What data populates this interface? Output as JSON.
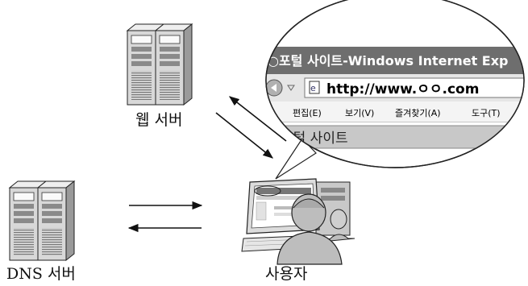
{
  "nodes": {
    "web_server": {
      "label": "웹 서버"
    },
    "dns_server": {
      "label": "DNS 서버"
    },
    "user": {
      "label": "사용자"
    }
  },
  "browser_zoom": {
    "window_title": "○포털 사이트-Windows Internet Exp",
    "address": "http://www.ㅇㅇ.com",
    "menu_items": [
      "편집(E)",
      "보기(V)",
      "즐겨찾기(A)",
      "도구(T)"
    ],
    "tab_title": "포털 사이트"
  },
  "colors": {
    "ink": "#111111",
    "server_body": "#d8d8d8",
    "server_dark": "#8a8a8a",
    "title_bar": "#6e6e6e",
    "tab_bg": "#c8c8c8",
    "person": "#bdbdbd"
  }
}
